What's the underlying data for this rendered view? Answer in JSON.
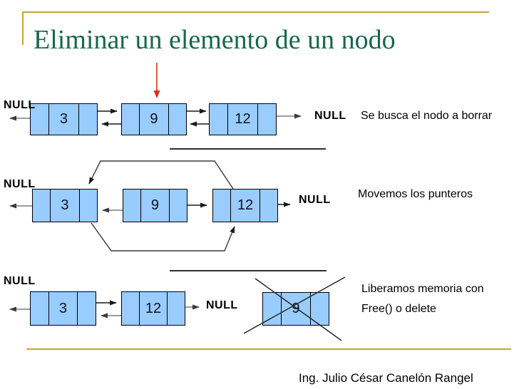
{
  "slide": {
    "title": "Eliminar un elemento de un nodo",
    "footer": "Ing. Julio César Canelón Rangel"
  },
  "diagram": {
    "rows": [
      {
        "caption": "Se busca el nodo a borrar",
        "null_left": "NULL",
        "null_right": "NULL",
        "node_values": [
          "3",
          "9",
          "12"
        ]
      },
      {
        "caption": "Movemos los punteros",
        "null_left": "NULL",
        "null_right": "NULL",
        "node_values": [
          "3",
          "9",
          "12"
        ]
      },
      {
        "caption": "Liberamos memoria con Free() o delete",
        "null_left": "NULL",
        "null_right": "NULL",
        "node_values": [
          "3",
          "12"
        ],
        "deleted_node_value": "9"
      }
    ]
  },
  "icons": {
    "delete_pointer": "red-down-arrow",
    "deleted_node_mark": "cross-out-x"
  },
  "colors": {
    "title_green": "#17684B",
    "accent_gold": "#C7A33B",
    "node_fill": "#99CCFF",
    "node_border": "#000000",
    "arrow_dark": "#1a1a1a",
    "arrow_gray": "#7d7d7d",
    "red_arrow": "#E02B20"
  }
}
